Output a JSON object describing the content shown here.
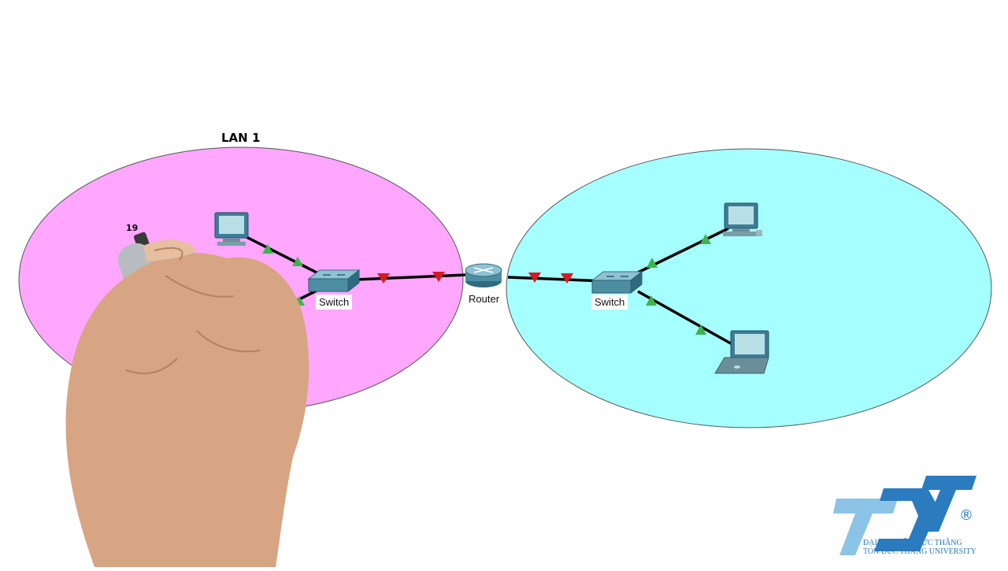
{
  "lan1": {
    "title": "LAN 1",
    "ip_fragment": "19"
  },
  "devices": {
    "switch_left": "Switch",
    "router": "Router",
    "switch_right": "Switch"
  },
  "logo": {
    "mark": "TDT",
    "registered": "®",
    "line1": "ĐẠI HỌC TÔN ĐỨC THẮNG",
    "line2": "TON DUC THANG UNIVERSITY"
  },
  "colors": {
    "lan1_fill": "#ffa6ff",
    "lan2_fill": "#a6ffff",
    "link_up": "#3fb34f",
    "link_down": "#d21c24",
    "logo_blue": "#2b7bbf",
    "logo_light": "#8cc4e8"
  }
}
